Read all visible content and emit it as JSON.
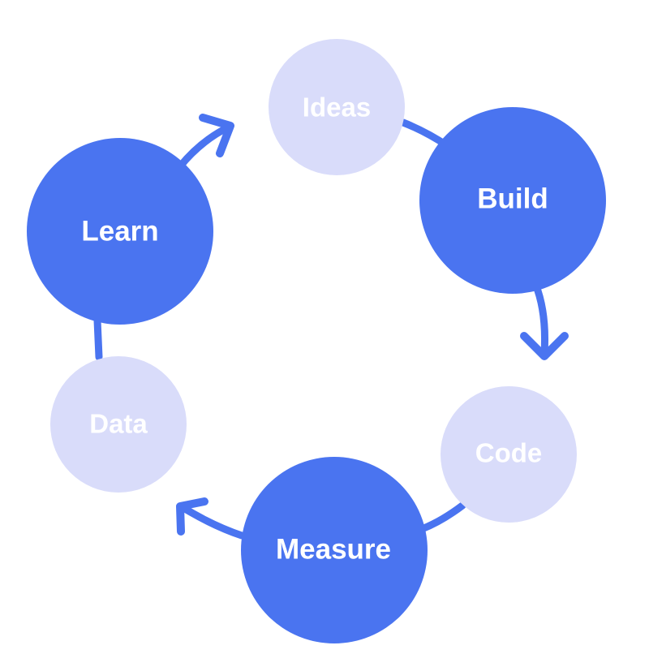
{
  "colors": {
    "primary": "#4a74f0",
    "secondary": "#d9dcfa",
    "label": "#ffffff"
  },
  "nodes": {
    "ideas": {
      "label": "Ideas",
      "variant": "secondary"
    },
    "build": {
      "label": "Build",
      "variant": "primary"
    },
    "code": {
      "label": "Code",
      "variant": "secondary"
    },
    "measure": {
      "label": "Measure",
      "variant": "primary"
    },
    "data": {
      "label": "Data",
      "variant": "secondary"
    },
    "learn": {
      "label": "Learn",
      "variant": "primary"
    }
  },
  "cycle": [
    "ideas",
    "build",
    "code",
    "measure",
    "data",
    "learn"
  ]
}
